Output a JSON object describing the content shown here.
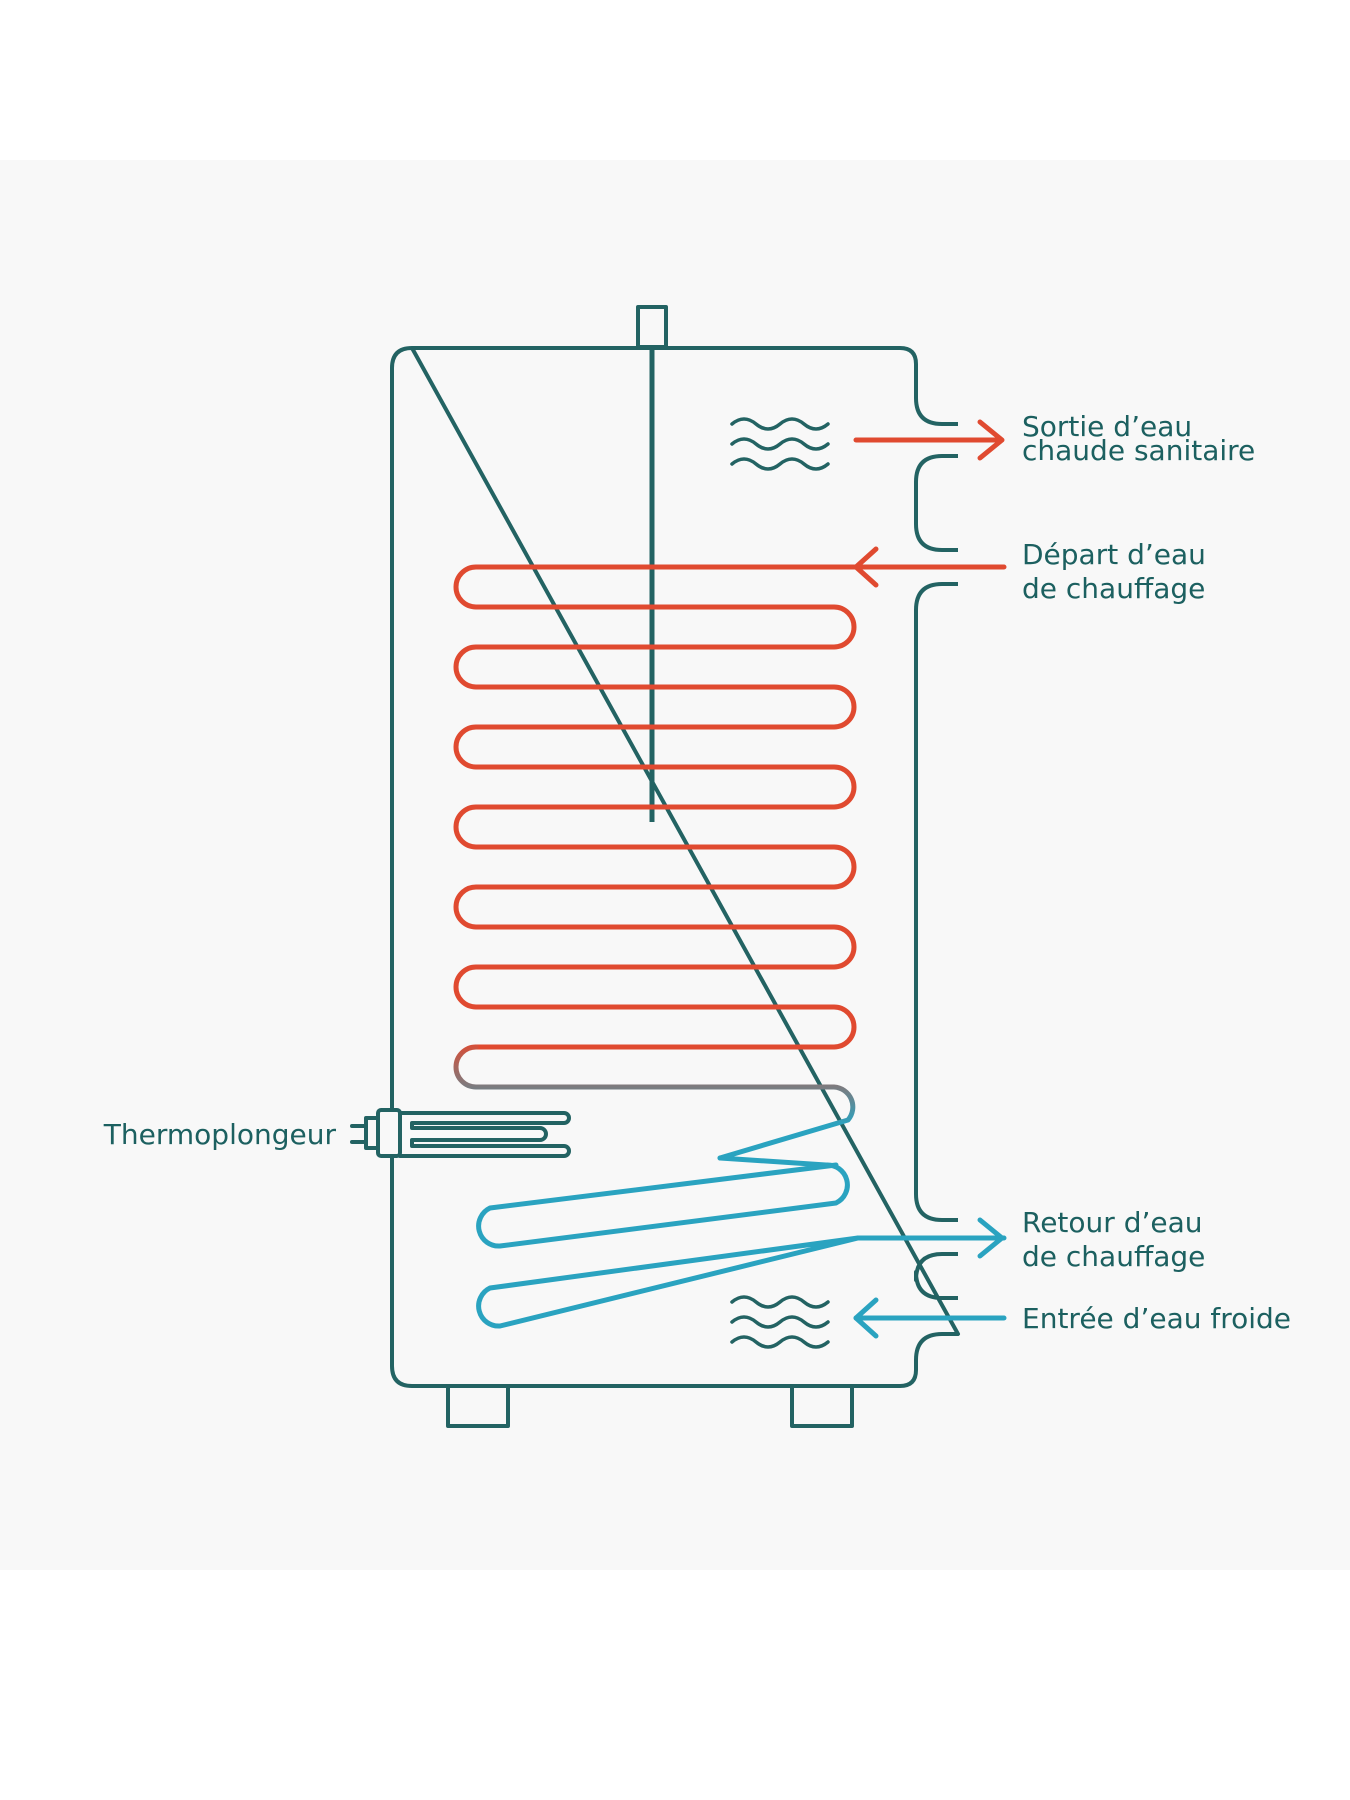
{
  "labels": {
    "hot_water_outlet": [
      "Sortie d’eau",
      "chaude sanitaire"
    ],
    "heating_flow": [
      "Départ d’eau",
      "de chauffage"
    ],
    "heating_return": [
      "Retour d’eau",
      "de chauffage"
    ],
    "cold_water_inlet": [
      "Entrée d’eau froide"
    ],
    "immersion_heater": [
      "Thermoplongeur"
    ]
  },
  "colors": {
    "tank": "#236363",
    "hot": "#e04a30",
    "cold": "#2aa3c0",
    "text": "#1c6060",
    "panel": "#f8f8f8"
  },
  "icons": {
    "top_waves": "hot-water-waves-icon",
    "bottom_waves": "cold-water-waves-icon"
  }
}
